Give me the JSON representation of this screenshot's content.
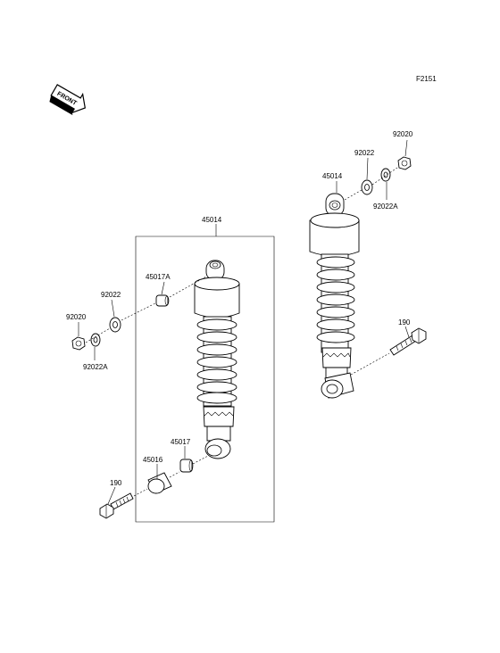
{
  "figure_code": "F2151",
  "front_badge": "FRONT",
  "labels": {
    "l_45014_left": "45014",
    "l_45017A": "45017A",
    "l_92022_left": "92022",
    "l_92020_left": "92020",
    "l_92022A_left": "92022A",
    "l_45017": "45017",
    "l_45016": "45016",
    "l_190_left": "190",
    "l_92020_right": "92020",
    "l_92022_right": "92022",
    "l_45014_right": "45014",
    "l_92022A_right": "92022A",
    "l_190_right": "190"
  }
}
